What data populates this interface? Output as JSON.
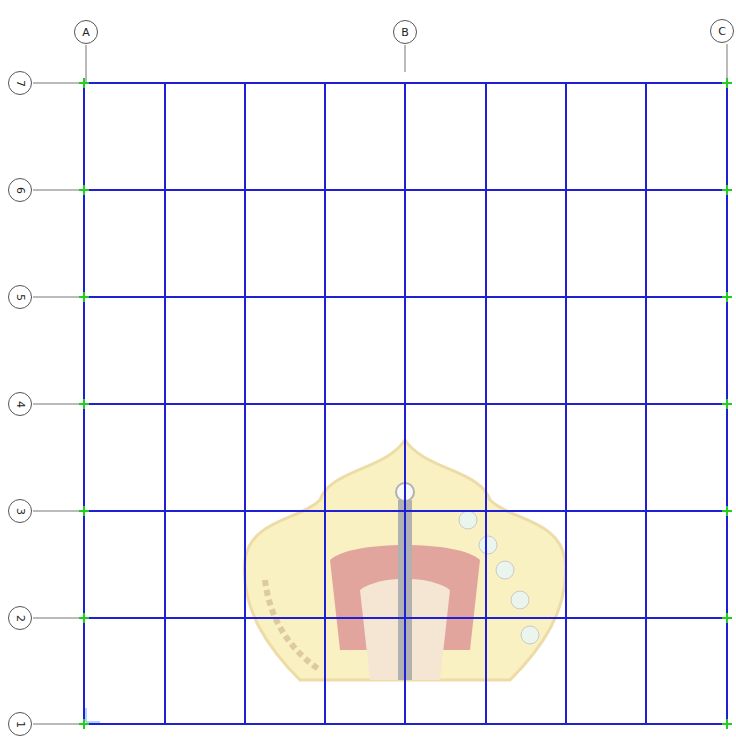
{
  "diagram": {
    "nodes": [
      {
        "text": [
          "A"
        ]
      },
      {
        "text": [
          "B"
        ]
      },
      {
        "text": [
          "C"
        ]
      },
      {
        "text": [
          "7"
        ]
      },
      {
        "text": [
          "6"
        ]
      },
      {
        "text": [
          "5"
        ]
      },
      {
        "text": [
          "4"
        ]
      },
      {
        "text": [
          "3"
        ]
      },
      {
        "text": [
          "2"
        ]
      },
      {
        "text": [
          "1"
        ]
      }
    ]
  }
}
